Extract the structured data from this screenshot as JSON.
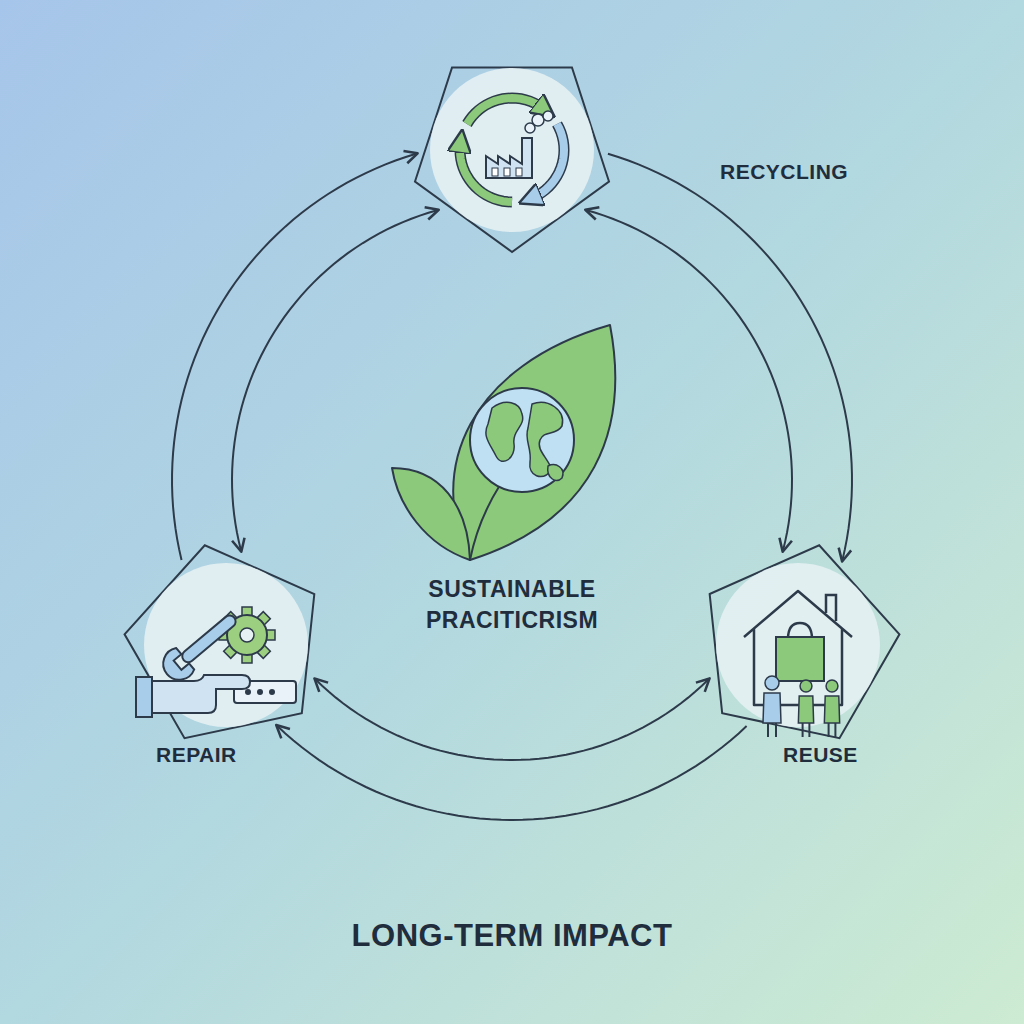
{
  "diagram": {
    "caption": "LONG-TERM IMPACT",
    "nodes": [
      {
        "text": [
          "RECYCLING"
        ]
      },
      {
        "text": [
          "REPAIR"
        ]
      },
      {
        "text": [
          "REUSE"
        ]
      }
    ],
    "edges": [
      {
        "from": 1,
        "to": 0,
        "arrow": "to"
      },
      {
        "from": 0,
        "to": 2,
        "arrow": "to"
      },
      {
        "from": 2,
        "to": 1,
        "arrow": "to"
      },
      {
        "from": 0,
        "to": 1,
        "arrow": "both"
      },
      {
        "from": 0,
        "to": 2,
        "arrow": "both"
      },
      {
        "from": 1,
        "to": 2,
        "arrow": "both"
      }
    ],
    "labels": [
      "SUSTAINABLE PRACITICRISM"
    ]
  }
}
